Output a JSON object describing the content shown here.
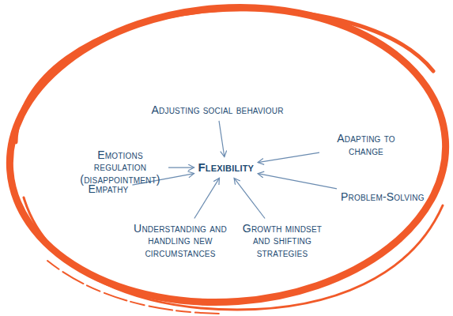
{
  "diagram": {
    "nodes": [
      {
        "text": [
          "Adjusting social behaviour"
        ]
      },
      {
        "text": [
          "Emotions regulation (disappointment)"
        ]
      },
      {
        "text": [
          "Adapting to change"
        ]
      },
      {
        "text": [
          "Flexibility"
        ]
      },
      {
        "text": [
          "Empathy"
        ]
      },
      {
        "text": [
          "Problem-Solving"
        ]
      },
      {
        "text": [
          "Understanding and handling new circumstances"
        ]
      },
      {
        "text": [
          "Growth mindset and shifting strategies"
        ]
      }
    ],
    "edges": [
      {
        "from": 0,
        "to": 3,
        "arrow": "to"
      },
      {
        "from": 1,
        "to": 3,
        "arrow": "to"
      },
      {
        "from": 2,
        "to": 3,
        "arrow": "to"
      },
      {
        "from": 4,
        "to": 3,
        "arrow": "to"
      },
      {
        "from": 5,
        "to": 3,
        "arrow": "to"
      },
      {
        "from": 6,
        "to": 3,
        "arrow": "to"
      },
      {
        "from": 7,
        "to": 3,
        "arrow": "to"
      }
    ]
  }
}
